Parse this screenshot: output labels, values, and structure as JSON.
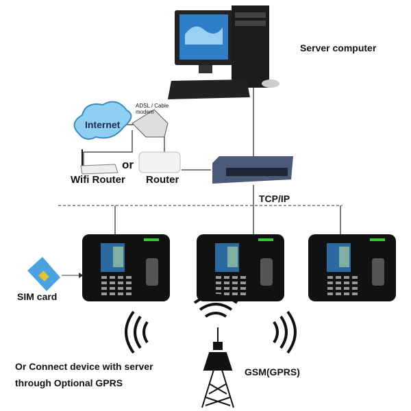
{
  "labels": {
    "server": "Server computer",
    "internet": "Internet",
    "modem": "ADSL / Cable modem",
    "or": "or",
    "wifi_router": "Wifi Router",
    "router": "Router",
    "network": "TCP/IP",
    "sim": "SIM card",
    "gsm": "GSM(GPRS)",
    "gprs_note_line1": "Or Connect device with server",
    "gprs_note_line2": "through Optional GPRS"
  }
}
